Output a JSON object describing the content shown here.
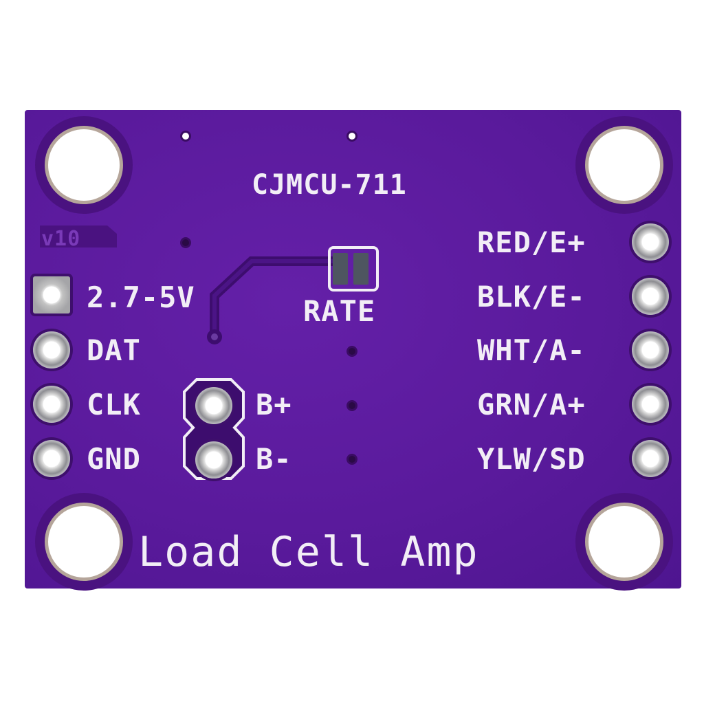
{
  "board": {
    "model": "CJMCU-711",
    "version": "v10",
    "title": "Load Cell Amp",
    "jumper_label": "RATE",
    "colors": {
      "solder_mask": "#5a1a9c",
      "silkscreen": "#f2eef6",
      "pad": "#c9c9c9"
    }
  },
  "left_pins": [
    {
      "label": "2.7-5V"
    },
    {
      "label": "DAT"
    },
    {
      "label": "CLK"
    },
    {
      "label": "GND"
    }
  ],
  "battery_pins": [
    {
      "label": "B+"
    },
    {
      "label": "B-"
    }
  ],
  "right_pins": [
    {
      "label": "RED/E+"
    },
    {
      "label": "BLK/E-"
    },
    {
      "label": "WHT/A-"
    },
    {
      "label": "GRN/A+"
    },
    {
      "label": "YLW/SD"
    }
  ]
}
